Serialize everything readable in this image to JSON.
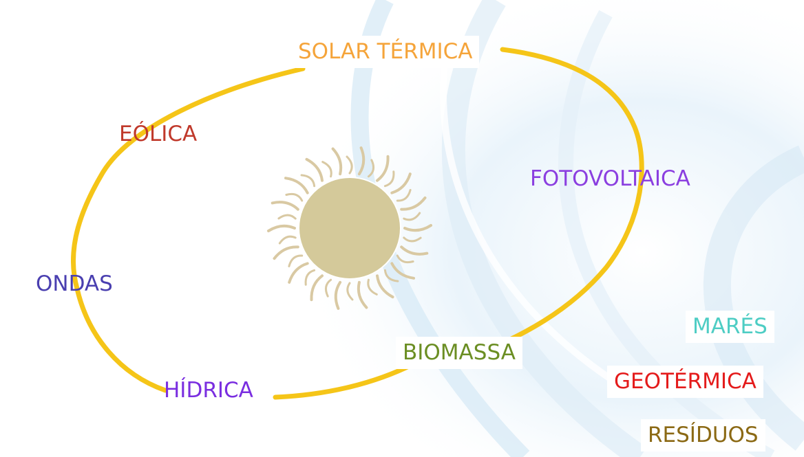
{
  "diagram": {
    "cycle_labels": [
      {
        "id": "solar-termica",
        "text": "SOLAR TÉRMICA",
        "color": "#f5a43a"
      },
      {
        "id": "eolica",
        "text": "EÓLICA",
        "color": "#c0392b"
      },
      {
        "id": "fotovoltaica",
        "text": "FOTOVOLTAICA",
        "color": "#8b3fe0"
      },
      {
        "id": "ondas",
        "text": "ONDAS",
        "color": "#4a3fb0"
      },
      {
        "id": "biomassa",
        "text": "BIOMASSA",
        "color": "#6b8e23"
      },
      {
        "id": "hidrica",
        "text": "HÍDRICA",
        "color": "#7a2ee0"
      }
    ],
    "other_labels": [
      {
        "id": "mares",
        "text": "MARÉS",
        "color": "#4ecdc4"
      },
      {
        "id": "geotermica",
        "text": "GEOTÉRMICA",
        "color": "#e41b1b"
      },
      {
        "id": "residuos",
        "text": "RESÍDUOS",
        "color": "#8b6914"
      }
    ],
    "colors": {
      "loop": "#f5c518",
      "sun_disc": "#d4c99a",
      "sun_rays": "#d9c9a3",
      "background_swirl": "#cfe6f5"
    }
  }
}
